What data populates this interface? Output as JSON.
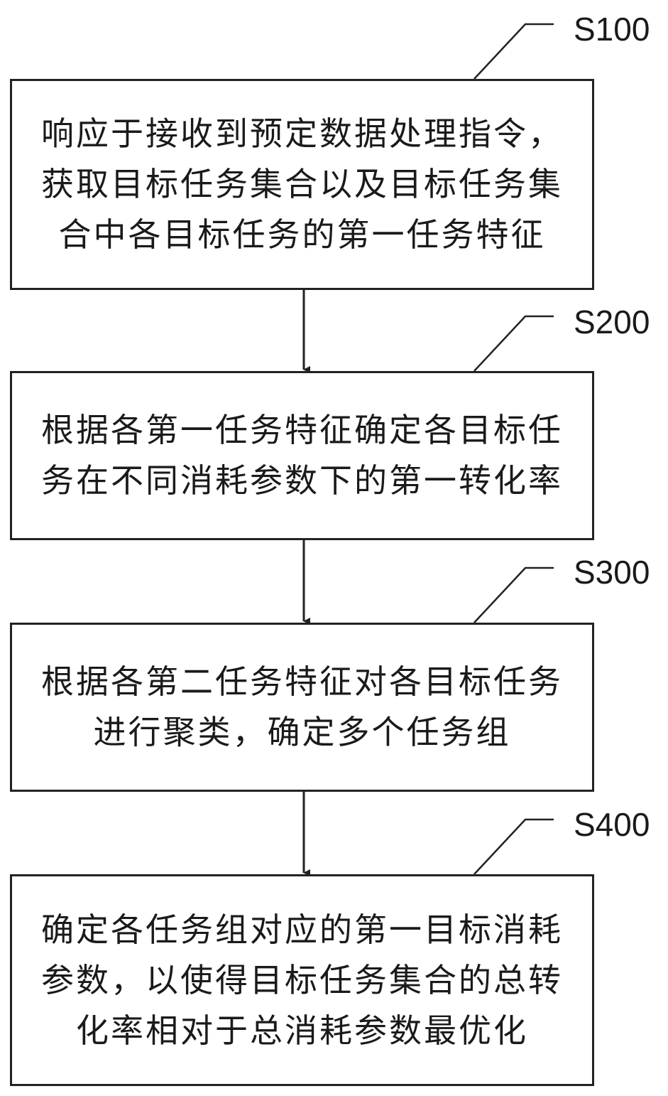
{
  "steps": [
    {
      "id": "S100",
      "text": "响应于接收到预定数据处理指令，获取目标任务集合以及目标任务集合中各目标任务的第一任务特征"
    },
    {
      "id": "S200",
      "text": "根据各第一任务特征确定各目标任务在不同消耗参数下的第一转化率"
    },
    {
      "id": "S300",
      "text": "根据各第二任务特征对各目标任务进行聚类，确定多个任务组"
    },
    {
      "id": "S400",
      "text": "确定各任务组对应的第一目标消耗参数，以使得目标任务集合的总转化率相对于总消耗参数最优化"
    }
  ],
  "colors": {
    "line": "#222222",
    "text": "#1a1a1a",
    "background": "#ffffff"
  }
}
